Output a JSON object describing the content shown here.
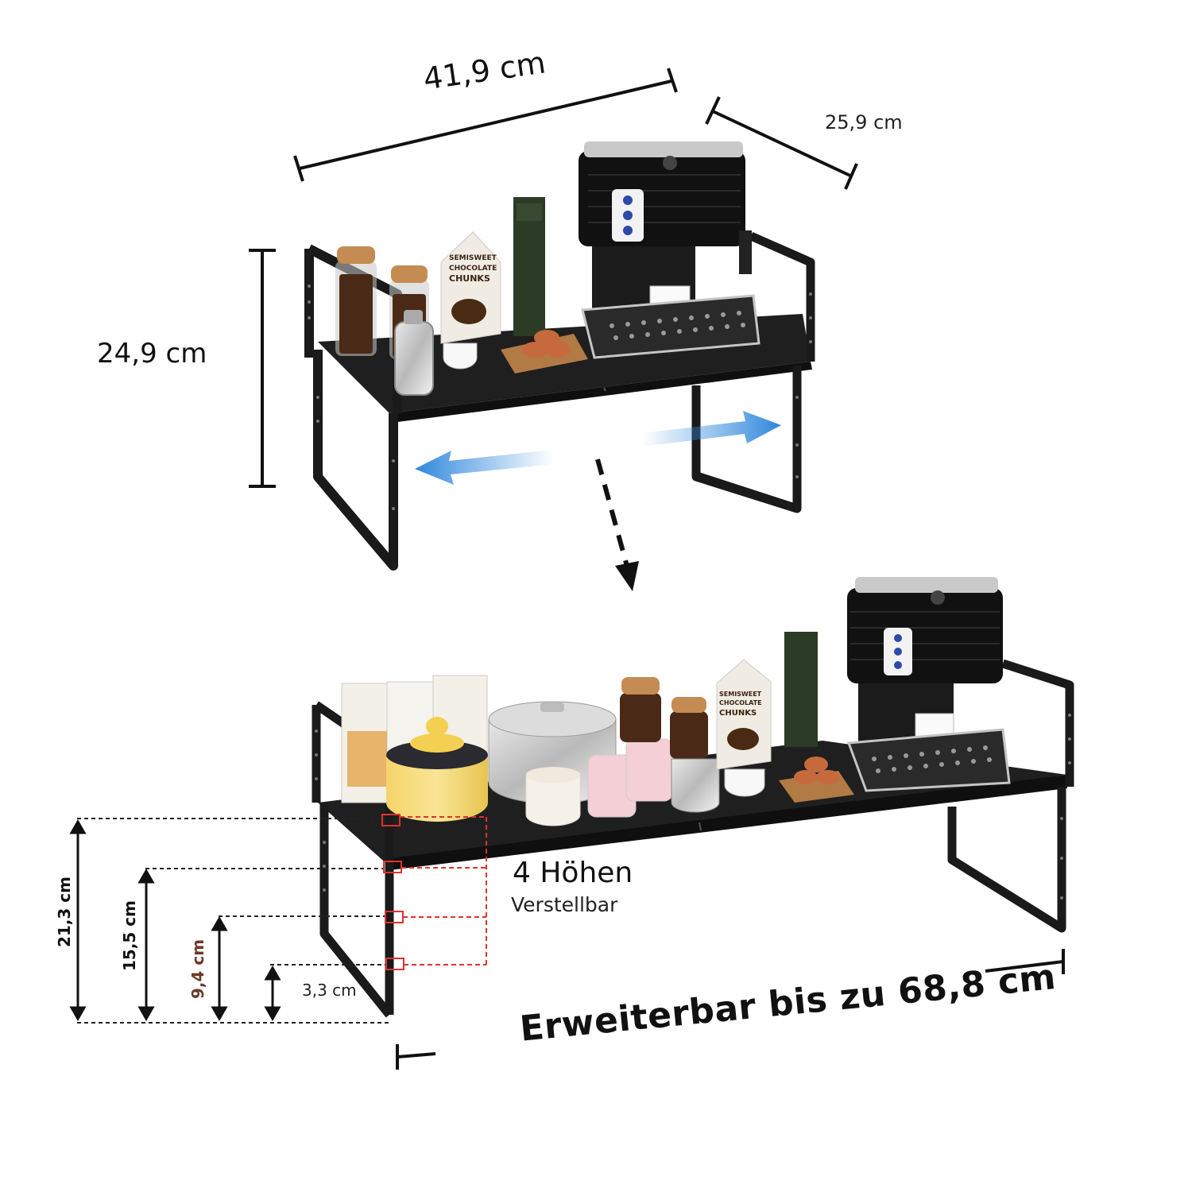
{
  "dimensions": {
    "width_compact": "41,9 cm",
    "depth": "25,9 cm",
    "height": "24,9 cm"
  },
  "heights": {
    "title": "4 Höhen",
    "subtitle": "Verstellbar",
    "levels": [
      "21,3 cm",
      "15,5 cm",
      "9,4 cm",
      "3,3 cm"
    ]
  },
  "expand_text": "Erweiterbar bis zu 68,8 cm",
  "colors": {
    "frame": "#1a1a1a",
    "shelf": "#222222",
    "arrow_blue": "#3a8fe0",
    "highlight_red": "#e03131",
    "text": "#111111"
  }
}
